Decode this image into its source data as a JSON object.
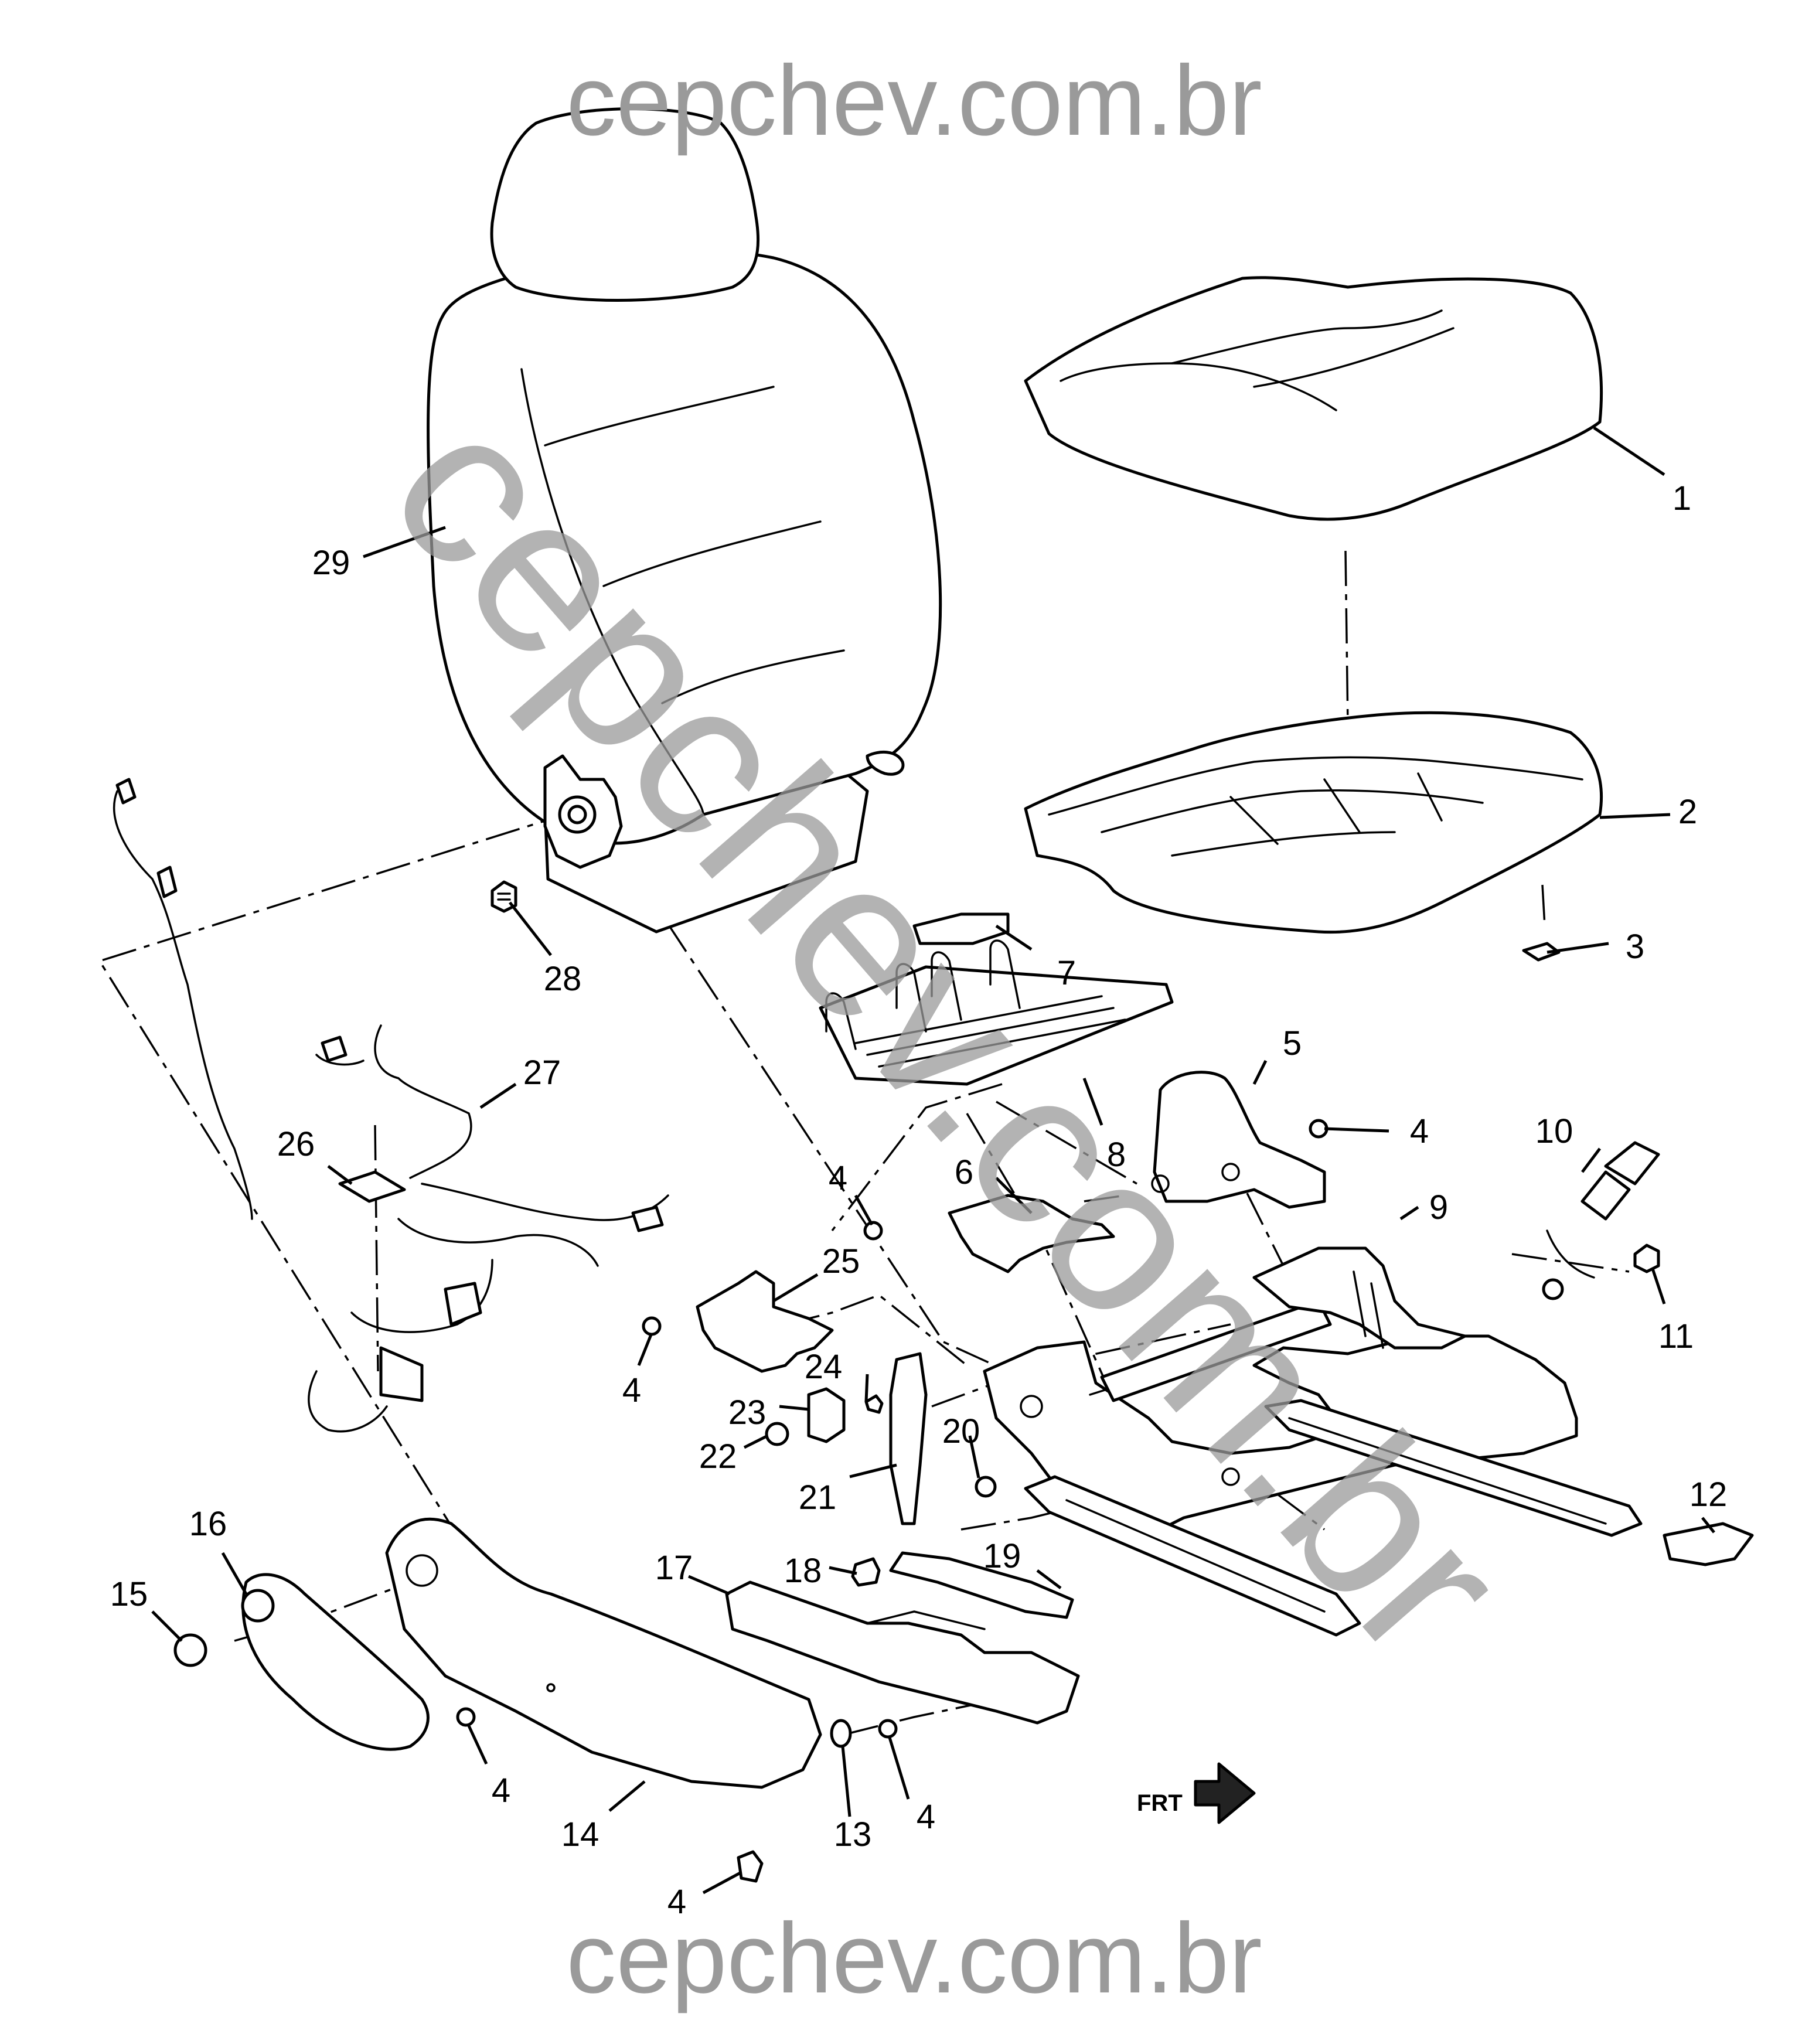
{
  "watermark": {
    "top": "cepchev.com.br",
    "diagonal": "cepchev.com.br",
    "bottom": "cepchev.com.br",
    "color": "#9a9a9a"
  },
  "callouts": [
    {
      "id": "c1",
      "label": "1"
    },
    {
      "id": "c2",
      "label": "2"
    },
    {
      "id": "c3",
      "label": "3"
    },
    {
      "id": "c4a",
      "label": "4"
    },
    {
      "id": "c5",
      "label": "5"
    },
    {
      "id": "c6",
      "label": "6"
    },
    {
      "id": "c7",
      "label": "7"
    },
    {
      "id": "c8",
      "label": "8"
    },
    {
      "id": "c4b",
      "label": "4"
    },
    {
      "id": "c9",
      "label": "9"
    },
    {
      "id": "c10",
      "label": "10"
    },
    {
      "id": "c11",
      "label": "11"
    },
    {
      "id": "c25",
      "label": "25"
    },
    {
      "id": "c4c",
      "label": "4"
    },
    {
      "id": "c24",
      "label": "24"
    },
    {
      "id": "c23",
      "label": "23"
    },
    {
      "id": "c22",
      "label": "22"
    },
    {
      "id": "c21",
      "label": "21"
    },
    {
      "id": "c20",
      "label": "20"
    },
    {
      "id": "c12",
      "label": "12"
    },
    {
      "id": "c19",
      "label": "19"
    },
    {
      "id": "c18",
      "label": "18"
    },
    {
      "id": "c17",
      "label": "17"
    },
    {
      "id": "c16",
      "label": "16"
    },
    {
      "id": "c15",
      "label": "15"
    },
    {
      "id": "c4d",
      "label": "4"
    },
    {
      "id": "c14",
      "label": "14"
    },
    {
      "id": "c4e",
      "label": "4"
    },
    {
      "id": "c13",
      "label": "13"
    },
    {
      "id": "c4f",
      "label": "4"
    },
    {
      "id": "c26",
      "label": "26"
    },
    {
      "id": "c27",
      "label": "27"
    },
    {
      "id": "c28",
      "label": "28"
    },
    {
      "id": "c29",
      "label": "29"
    }
  ],
  "front_indicator": {
    "label": "FRT"
  }
}
